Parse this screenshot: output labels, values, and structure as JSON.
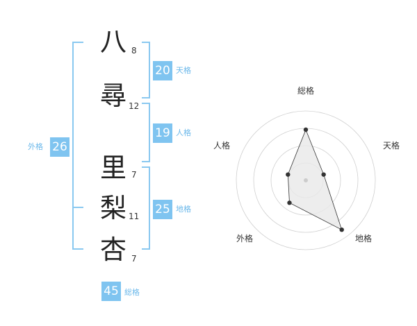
{
  "name": {
    "chars": [
      {
        "char": "八",
        "strokes": "8"
      },
      {
        "char": "尋",
        "strokes": "12"
      },
      {
        "char": "里",
        "strokes": "7"
      },
      {
        "char": "梨",
        "strokes": "11"
      },
      {
        "char": "杏",
        "strokes": "7"
      }
    ]
  },
  "kakusu": {
    "tenkaku": {
      "value": "20",
      "label": "天格"
    },
    "jinkaku": {
      "value": "19",
      "label": "人格"
    },
    "chikaku": {
      "value": "25",
      "label": "地格"
    },
    "gaikaku": {
      "value": "26",
      "label": "外格"
    },
    "soukaku": {
      "value": "45",
      "label": "総格"
    }
  },
  "chart_data": {
    "type": "radar",
    "categories": [
      "総格",
      "天格",
      "地格",
      "外格",
      "人格"
    ],
    "values": [
      0.73,
      0.27,
      0.88,
      0.4,
      0.27
    ],
    "rings": 4,
    "grid": true
  }
}
